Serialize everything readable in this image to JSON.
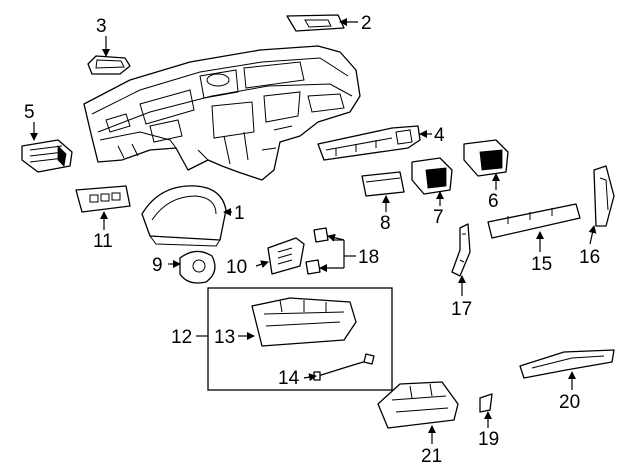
{
  "callouts": {
    "n1": "1",
    "n2": "2",
    "n3": "3",
    "n4": "4",
    "n5": "5",
    "n6": "6",
    "n7": "7",
    "n8": "8",
    "n9": "9",
    "n10": "10",
    "n11": "11",
    "n12": "12",
    "n13": "13",
    "n14": "14",
    "n15": "15",
    "n16": "16",
    "n17": "17",
    "n18": "18",
    "n19": "19",
    "n20": "20",
    "n21": "21"
  }
}
